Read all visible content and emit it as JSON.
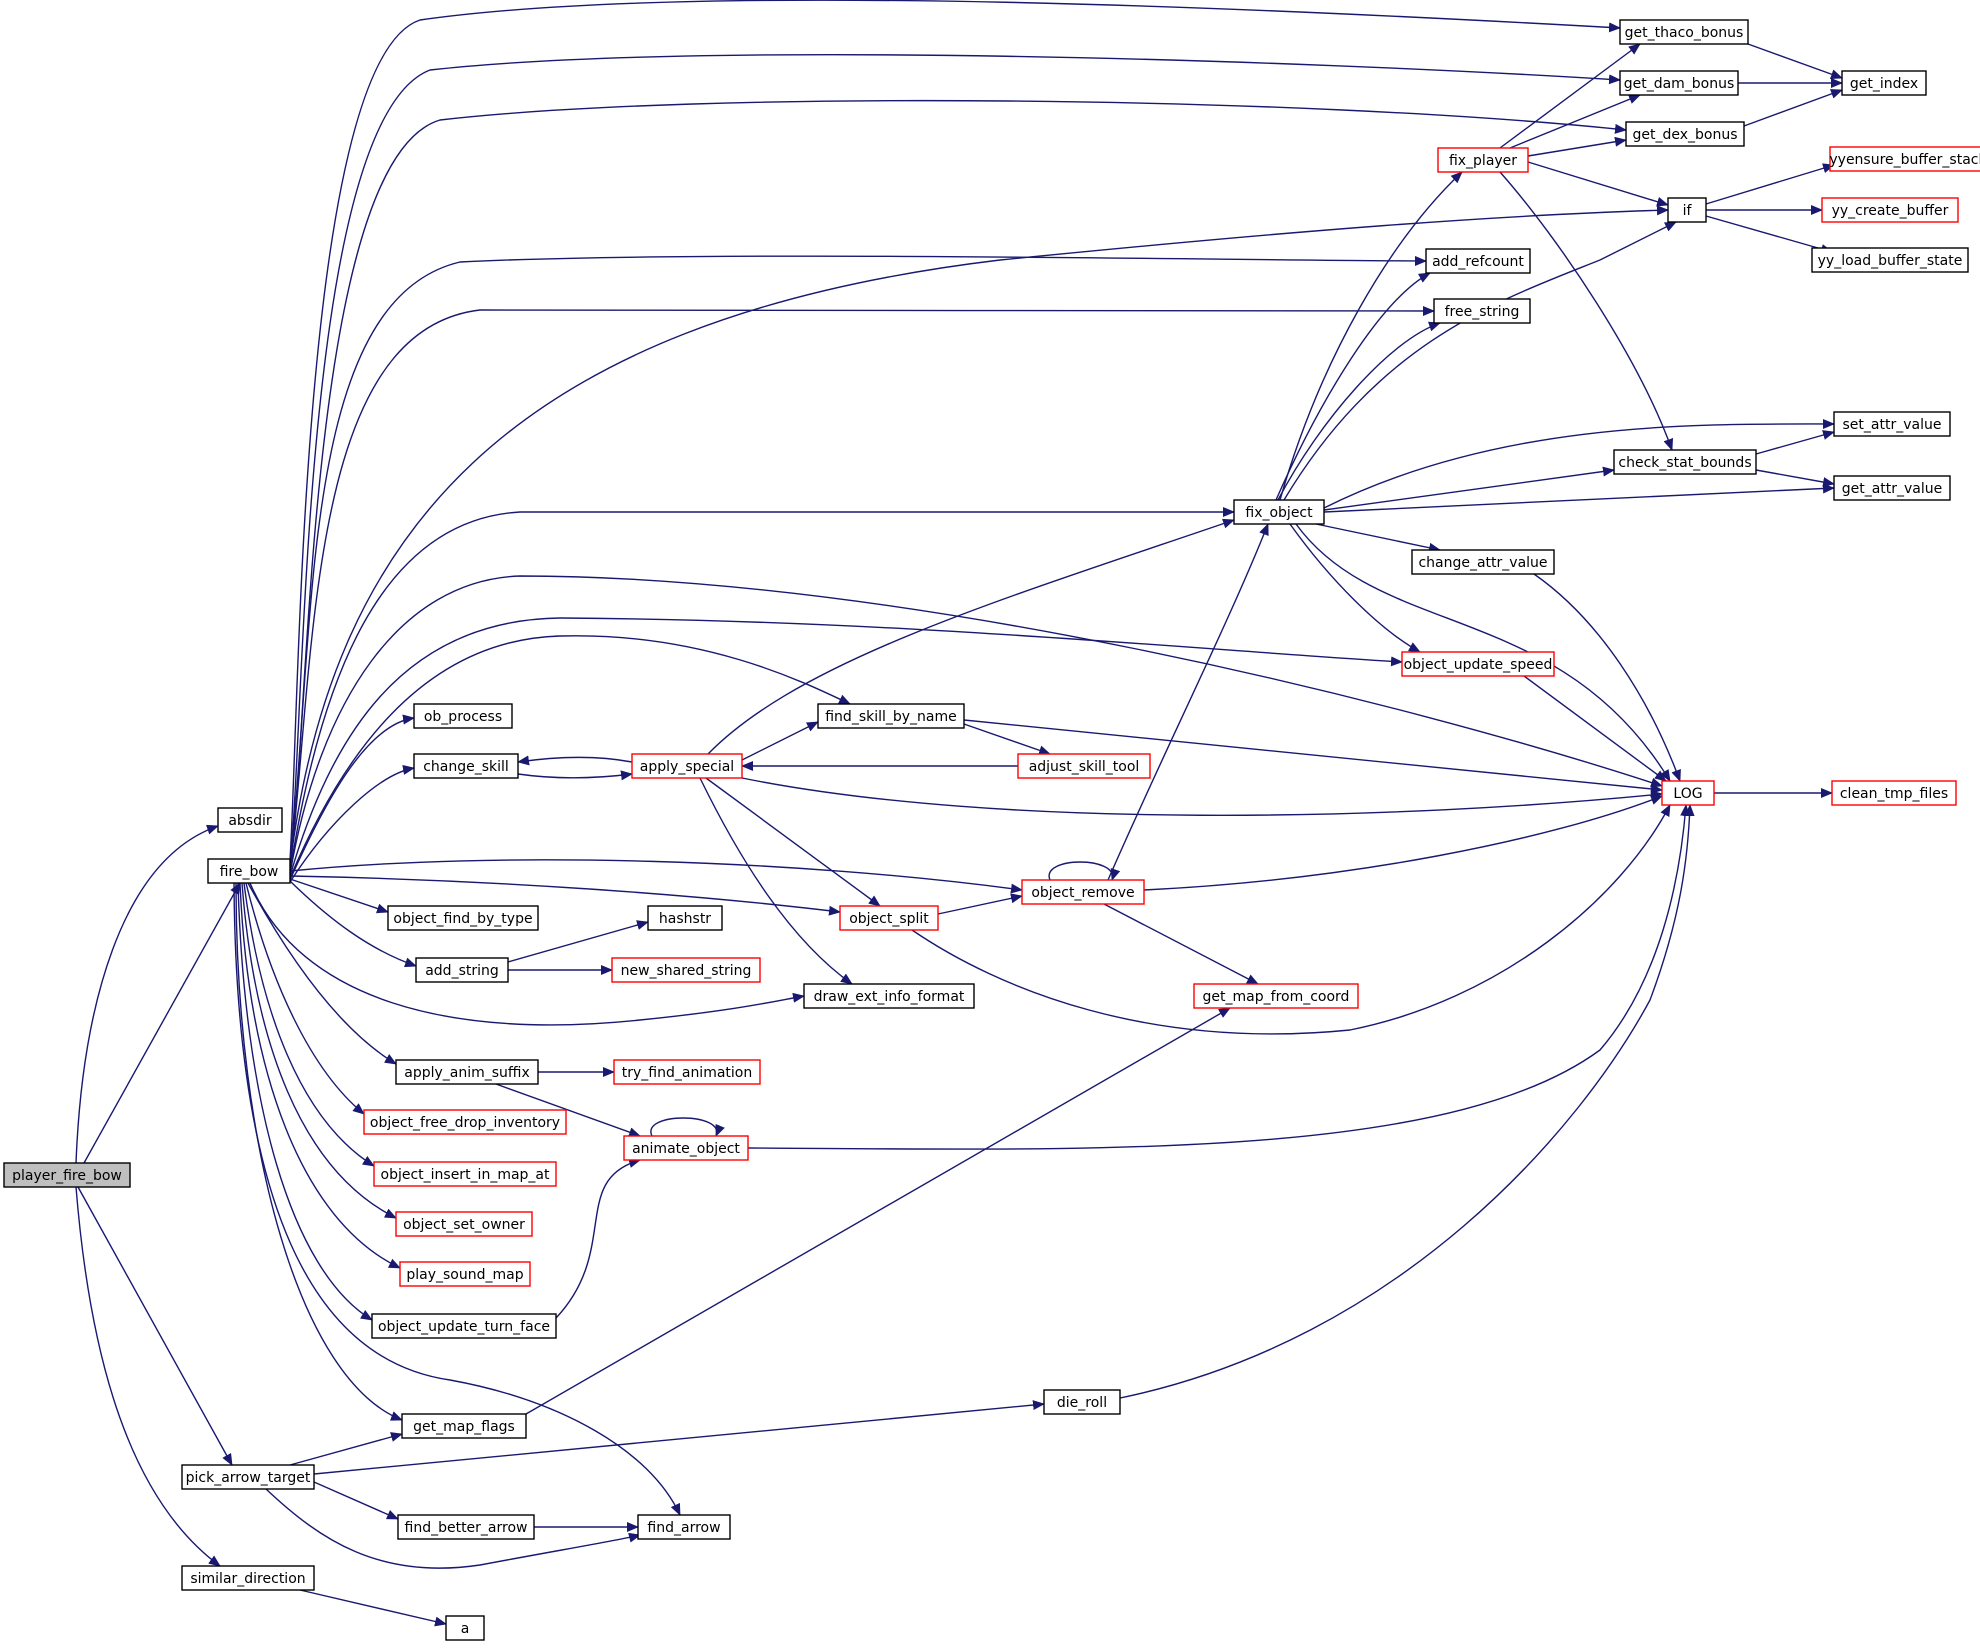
{
  "colors": {
    "edge": "#191970",
    "border_normal": "#000000",
    "border_truncated": "#ff0000",
    "fill_root": "#bfbfbf",
    "fill_normal": "#ffffff"
  },
  "nodes": [
    {
      "id": "player_fire_bow",
      "label": "player_fire_bow",
      "style": "root"
    },
    {
      "id": "absdir",
      "label": "absdir",
      "style": "normal"
    },
    {
      "id": "fire_bow",
      "label": "fire_bow",
      "style": "normal"
    },
    {
      "id": "pick_arrow_target",
      "label": "pick_arrow_target",
      "style": "normal"
    },
    {
      "id": "similar_direction",
      "label": "similar_direction",
      "style": "normal"
    },
    {
      "id": "get_thaco_bonus",
      "label": "get_thaco_bonus",
      "style": "normal"
    },
    {
      "id": "get_dam_bonus",
      "label": "get_dam_bonus",
      "style": "normal"
    },
    {
      "id": "get_dex_bonus",
      "label": "get_dex_bonus",
      "style": "normal"
    },
    {
      "id": "get_index",
      "label": "get_index",
      "style": "normal"
    },
    {
      "id": "fix_player",
      "label": "fix_player",
      "style": "truncated"
    },
    {
      "id": "if",
      "label": "if",
      "style": "normal"
    },
    {
      "id": "yyensure_buffer_stack",
      "label": "yyensure_buffer_stack",
      "style": "truncated"
    },
    {
      "id": "yy_create_buffer",
      "label": "yy_create_buffer",
      "style": "truncated"
    },
    {
      "id": "yy_load_buffer_state",
      "label": "yy_load_buffer_state",
      "style": "normal"
    },
    {
      "id": "add_refcount",
      "label": "add_refcount",
      "style": "normal"
    },
    {
      "id": "free_string",
      "label": "free_string",
      "style": "normal"
    },
    {
      "id": "set_attr_value",
      "label": "set_attr_value",
      "style": "normal"
    },
    {
      "id": "check_stat_bounds",
      "label": "check_stat_bounds",
      "style": "normal"
    },
    {
      "id": "get_attr_value",
      "label": "get_attr_value",
      "style": "normal"
    },
    {
      "id": "fix_object",
      "label": "fix_object",
      "style": "normal"
    },
    {
      "id": "change_attr_value",
      "label": "change_attr_value",
      "style": "normal"
    },
    {
      "id": "object_update_speed",
      "label": "object_update_speed",
      "style": "truncated"
    },
    {
      "id": "ob_process",
      "label": "ob_process",
      "style": "normal"
    },
    {
      "id": "find_skill_by_name",
      "label": "find_skill_by_name",
      "style": "normal"
    },
    {
      "id": "change_skill",
      "label": "change_skill",
      "style": "normal"
    },
    {
      "id": "apply_special",
      "label": "apply_special",
      "style": "truncated"
    },
    {
      "id": "adjust_skill_tool",
      "label": "adjust_skill_tool",
      "style": "truncated"
    },
    {
      "id": "LOG",
      "label": "LOG",
      "style": "truncated"
    },
    {
      "id": "clean_tmp_files",
      "label": "clean_tmp_files",
      "style": "truncated"
    },
    {
      "id": "object_remove",
      "label": "object_remove",
      "style": "truncated"
    },
    {
      "id": "object_find_by_type",
      "label": "object_find_by_type",
      "style": "normal"
    },
    {
      "id": "object_split",
      "label": "object_split",
      "style": "truncated"
    },
    {
      "id": "hashstr",
      "label": "hashstr",
      "style": "normal"
    },
    {
      "id": "add_string",
      "label": "add_string",
      "style": "normal"
    },
    {
      "id": "new_shared_string",
      "label": "new_shared_string",
      "style": "truncated"
    },
    {
      "id": "draw_ext_info_format",
      "label": "draw_ext_info_format",
      "style": "normal"
    },
    {
      "id": "get_map_from_coord",
      "label": "get_map_from_coord",
      "style": "truncated"
    },
    {
      "id": "apply_anim_suffix",
      "label": "apply_anim_suffix",
      "style": "normal"
    },
    {
      "id": "try_find_animation",
      "label": "try_find_animation",
      "style": "truncated"
    },
    {
      "id": "object_free_drop_inventory",
      "label": "object_free_drop_inventory",
      "style": "truncated"
    },
    {
      "id": "animate_object",
      "label": "animate_object",
      "style": "truncated"
    },
    {
      "id": "object_insert_in_map_at",
      "label": "object_insert_in_map_at",
      "style": "truncated"
    },
    {
      "id": "object_set_owner",
      "label": "object_set_owner",
      "style": "truncated"
    },
    {
      "id": "play_sound_map",
      "label": "play_sound_map",
      "style": "truncated"
    },
    {
      "id": "object_update_turn_face",
      "label": "object_update_turn_face",
      "style": "normal"
    },
    {
      "id": "get_map_flags",
      "label": "get_map_flags",
      "style": "normal"
    },
    {
      "id": "die_roll",
      "label": "die_roll",
      "style": "normal"
    },
    {
      "id": "find_better_arrow",
      "label": "find_better_arrow",
      "style": "normal"
    },
    {
      "id": "find_arrow",
      "label": "find_arrow",
      "style": "normal"
    },
    {
      "id": "a",
      "label": "a",
      "style": "normal"
    }
  ],
  "edges": [
    [
      "player_fire_bow",
      "absdir"
    ],
    [
      "player_fire_bow",
      "fire_bow"
    ],
    [
      "player_fire_bow",
      "pick_arrow_target"
    ],
    [
      "player_fire_bow",
      "similar_direction"
    ],
    [
      "fire_bow",
      "get_thaco_bonus"
    ],
    [
      "fire_bow",
      "get_dam_bonus"
    ],
    [
      "fire_bow",
      "get_dex_bonus"
    ],
    [
      "fire_bow",
      "if"
    ],
    [
      "fire_bow",
      "add_refcount"
    ],
    [
      "fire_bow",
      "free_string"
    ],
    [
      "fire_bow",
      "fix_object"
    ],
    [
      "fire_bow",
      "LOG"
    ],
    [
      "fire_bow",
      "object_update_speed"
    ],
    [
      "fire_bow",
      "find_skill_by_name"
    ],
    [
      "fire_bow",
      "ob_process"
    ],
    [
      "fire_bow",
      "change_skill"
    ],
    [
      "fire_bow",
      "object_remove"
    ],
    [
      "fire_bow",
      "object_split"
    ],
    [
      "fire_bow",
      "object_find_by_type"
    ],
    [
      "fire_bow",
      "add_string"
    ],
    [
      "fire_bow",
      "draw_ext_info_format"
    ],
    [
      "fire_bow",
      "apply_anim_suffix"
    ],
    [
      "fire_bow",
      "object_free_drop_inventory"
    ],
    [
      "fire_bow",
      "object_insert_in_map_at"
    ],
    [
      "fire_bow",
      "object_set_owner"
    ],
    [
      "fire_bow",
      "play_sound_map"
    ],
    [
      "fire_bow",
      "object_update_turn_face"
    ],
    [
      "fire_bow",
      "get_map_flags"
    ],
    [
      "fire_bow",
      "find_arrow"
    ],
    [
      "get_thaco_bonus",
      "get_index"
    ],
    [
      "get_dam_bonus",
      "get_index"
    ],
    [
      "get_dex_bonus",
      "get_index"
    ],
    [
      "fix_player",
      "get_thaco_bonus"
    ],
    [
      "fix_player",
      "get_dam_bonus"
    ],
    [
      "fix_player",
      "get_dex_bonus"
    ],
    [
      "fix_player",
      "if"
    ],
    [
      "fix_player",
      "check_stat_bounds"
    ],
    [
      "if",
      "yyensure_buffer_stack"
    ],
    [
      "if",
      "yy_create_buffer"
    ],
    [
      "if",
      "yy_load_buffer_state"
    ],
    [
      "check_stat_bounds",
      "set_attr_value"
    ],
    [
      "check_stat_bounds",
      "get_attr_value"
    ],
    [
      "fix_object",
      "fix_player"
    ],
    [
      "fix_object",
      "if"
    ],
    [
      "fix_object",
      "add_refcount"
    ],
    [
      "fix_object",
      "free_string"
    ],
    [
      "fix_object",
      "set_attr_value"
    ],
    [
      "fix_object",
      "check_stat_bounds"
    ],
    [
      "fix_object",
      "get_attr_value"
    ],
    [
      "fix_object",
      "change_attr_value"
    ],
    [
      "fix_object",
      "object_update_speed"
    ],
    [
      "fix_object",
      "LOG"
    ],
    [
      "change_attr_value",
      "LOG"
    ],
    [
      "object_update_speed",
      "LOG"
    ],
    [
      "find_skill_by_name",
      "adjust_skill_tool"
    ],
    [
      "find_skill_by_name",
      "LOG"
    ],
    [
      "change_skill",
      "apply_special"
    ],
    [
      "apply_special",
      "change_skill"
    ],
    [
      "apply_special",
      "fix_object"
    ],
    [
      "apply_special",
      "find_skill_by_name"
    ],
    [
      "apply_special",
      "LOG"
    ],
    [
      "apply_special",
      "object_split"
    ],
    [
      "apply_special",
      "draw_ext_info_format"
    ],
    [
      "adjust_skill_tool",
      "apply_special"
    ],
    [
      "LOG",
      "clean_tmp_files"
    ],
    [
      "object_remove",
      "object_remove"
    ],
    [
      "object_remove",
      "fix_object"
    ],
    [
      "object_remove",
      "LOG"
    ],
    [
      "object_remove",
      "get_map_from_coord"
    ],
    [
      "object_split",
      "object_remove"
    ],
    [
      "object_split",
      "LOG"
    ],
    [
      "add_string",
      "hashstr"
    ],
    [
      "add_string",
      "new_shared_string"
    ],
    [
      "apply_anim_suffix",
      "try_find_animation"
    ],
    [
      "apply_anim_suffix",
      "animate_object"
    ],
    [
      "animate_object",
      "animate_object"
    ],
    [
      "animate_object",
      "LOG"
    ],
    [
      "object_update_turn_face",
      "animate_object"
    ],
    [
      "get_map_flags",
      "get_map_from_coord"
    ],
    [
      "pick_arrow_target",
      "get_map_flags"
    ],
    [
      "pick_arrow_target",
      "die_roll"
    ],
    [
      "pick_arrow_target",
      "find_better_arrow"
    ],
    [
      "pick_arrow_target",
      "find_arrow"
    ],
    [
      "die_roll",
      "LOG"
    ],
    [
      "find_better_arrow",
      "find_arrow"
    ],
    [
      "similar_direction",
      "a"
    ]
  ]
}
